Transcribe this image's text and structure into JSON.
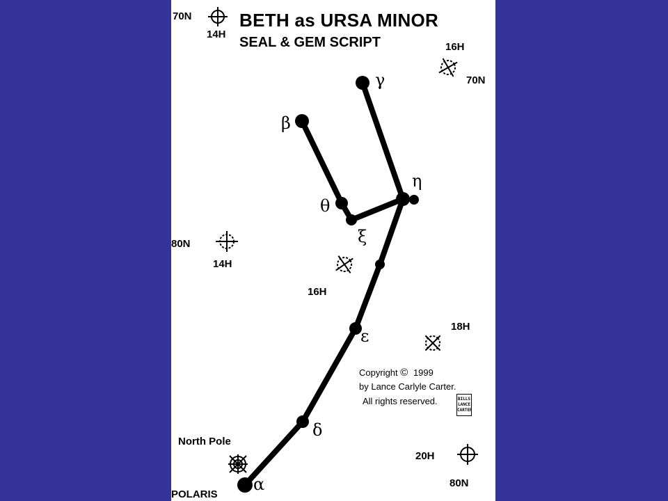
{
  "slide": {
    "background_color": "#333399",
    "panel_color": "#ffffff"
  },
  "title": "BETH as URSA MINOR",
  "subtitle": "SEAL & GEM SCRIPT",
  "stars": {
    "alpha": "α",
    "delta": "δ",
    "epsilon": "ε",
    "xi": "ξ",
    "theta": "θ",
    "eta": "η",
    "beta": "β",
    "gamma": "γ"
  },
  "markers": {
    "top_left_dec": "70N",
    "top_left_ra": "14H",
    "top_right_ra": "16H",
    "top_right_dec": "70N",
    "mid_left_dec": "80N",
    "mid_left_ra": "14H",
    "center_ra": "16H",
    "right_ra": "18H",
    "bottom_right_ra": "20H",
    "bottom_right_dec": "80N"
  },
  "labels": {
    "north_pole": "North Pole",
    "polaris": "POLARIS"
  },
  "copyright": {
    "line1": "Copyright",
    "symbol": "©",
    "year": "1999",
    "line2": "by Lance Carlyle Carter.",
    "line3": "All rights reserved.",
    "stamp_lines": [
      "BILLS",
      "LANCE",
      "CARTER"
    ]
  }
}
